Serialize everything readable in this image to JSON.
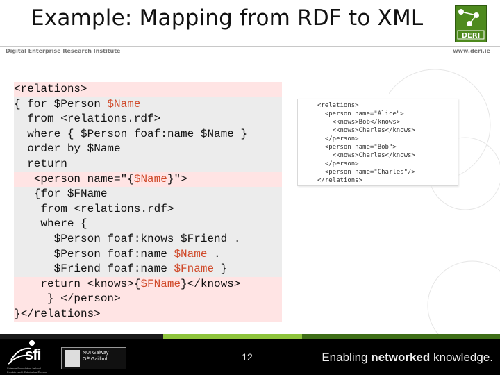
{
  "slide": {
    "title": "Example: Mapping from RDF to XML",
    "org": "Digital Enterprise Research Institute",
    "url": "www.deri.ie",
    "logo_text": "DERI",
    "page_number": "12",
    "slogan_prefix": "Enabling ",
    "slogan_bold": "networked",
    "slogan_suffix": " knowledge."
  },
  "code": [
    {
      "bg": "pink",
      "indent": "",
      "parts": [
        {
          "t": "<relations>",
          "v": false
        }
      ]
    },
    {
      "bg": "grey",
      "indent": "",
      "parts": [
        {
          "t": "{ for $Person ",
          "v": false
        },
        {
          "t": "$Name",
          "v": true
        }
      ]
    },
    {
      "bg": "grey",
      "indent": "  ",
      "parts": [
        {
          "t": "from <relations.rdf>",
          "v": false
        }
      ]
    },
    {
      "bg": "grey",
      "indent": "  ",
      "parts": [
        {
          "t": "where { $Person foaf:name $Name }",
          "v": false
        }
      ]
    },
    {
      "bg": "grey",
      "indent": "  ",
      "parts": [
        {
          "t": "order by $Name",
          "v": false
        }
      ]
    },
    {
      "bg": "grey",
      "indent": "  ",
      "parts": [
        {
          "t": "return",
          "v": false
        }
      ]
    },
    {
      "bg": "pink",
      "indent": "   ",
      "parts": [
        {
          "t": "<person name=\"{",
          "v": false
        },
        {
          "t": "$Name",
          "v": true
        },
        {
          "t": "}\">",
          "v": false
        }
      ]
    },
    {
      "bg": "grey",
      "indent": "   ",
      "parts": [
        {
          "t": "{for $FName",
          "v": false
        }
      ]
    },
    {
      "bg": "grey",
      "indent": "    ",
      "parts": [
        {
          "t": "from <relations.rdf>",
          "v": false
        }
      ]
    },
    {
      "bg": "grey",
      "indent": "    ",
      "parts": [
        {
          "t": "where {",
          "v": false
        }
      ]
    },
    {
      "bg": "grey",
      "indent": "      ",
      "parts": [
        {
          "t": "$Person foaf:knows $Friend .",
          "v": false
        }
      ]
    },
    {
      "bg": "grey",
      "indent": "      ",
      "parts": [
        {
          "t": "$Person foaf:name ",
          "v": false
        },
        {
          "t": "$Name",
          "v": true
        },
        {
          "t": " .",
          "v": false
        }
      ]
    },
    {
      "bg": "grey",
      "indent": "      ",
      "parts": [
        {
          "t": "$Friend foaf:name ",
          "v": false
        },
        {
          "t": "$Fname",
          "v": true
        },
        {
          "t": " }",
          "v": false
        }
      ]
    },
    {
      "bg": "pink",
      "indent": "    ",
      "parts": [
        {
          "t": "return <knows>{",
          "v": false
        },
        {
          "t": "$FName",
          "v": true
        },
        {
          "t": "}</knows>",
          "v": false
        }
      ]
    },
    {
      "bg": "pink",
      "indent": "     ",
      "parts": [
        {
          "t": "} </person>",
          "v": false
        }
      ]
    },
    {
      "bg": "pink",
      "indent": "",
      "parts": [
        {
          "t": "}</relations>",
          "v": false
        }
      ]
    }
  ],
  "xml_output": [
    "<relations>",
    "  <person name=\"Alice\">",
    "    <knows>Bob</knows>",
    "    <knows>Charles</knows>",
    "  </person>",
    "  <person name=\"Bob\">",
    "    <knows>Charles</knows>",
    "  </person>",
    "  <person name=\"Charles\"/>",
    "</relations>"
  ],
  "footer_logos": {
    "sfi_text": "sfi",
    "sfi_sub": "Science Foundation Ireland\nFondúireacht Eolaíochta Éireann",
    "nuig_text": "NUI Galway\nOÉ Gaillimh"
  },
  "colors": {
    "variable": "#d04a2a",
    "pink_row": "#ffe4e4",
    "grey_row": "#ececec",
    "deri_green": "#4e8a1e",
    "footer_stripe_green": "#8ec43c"
  }
}
